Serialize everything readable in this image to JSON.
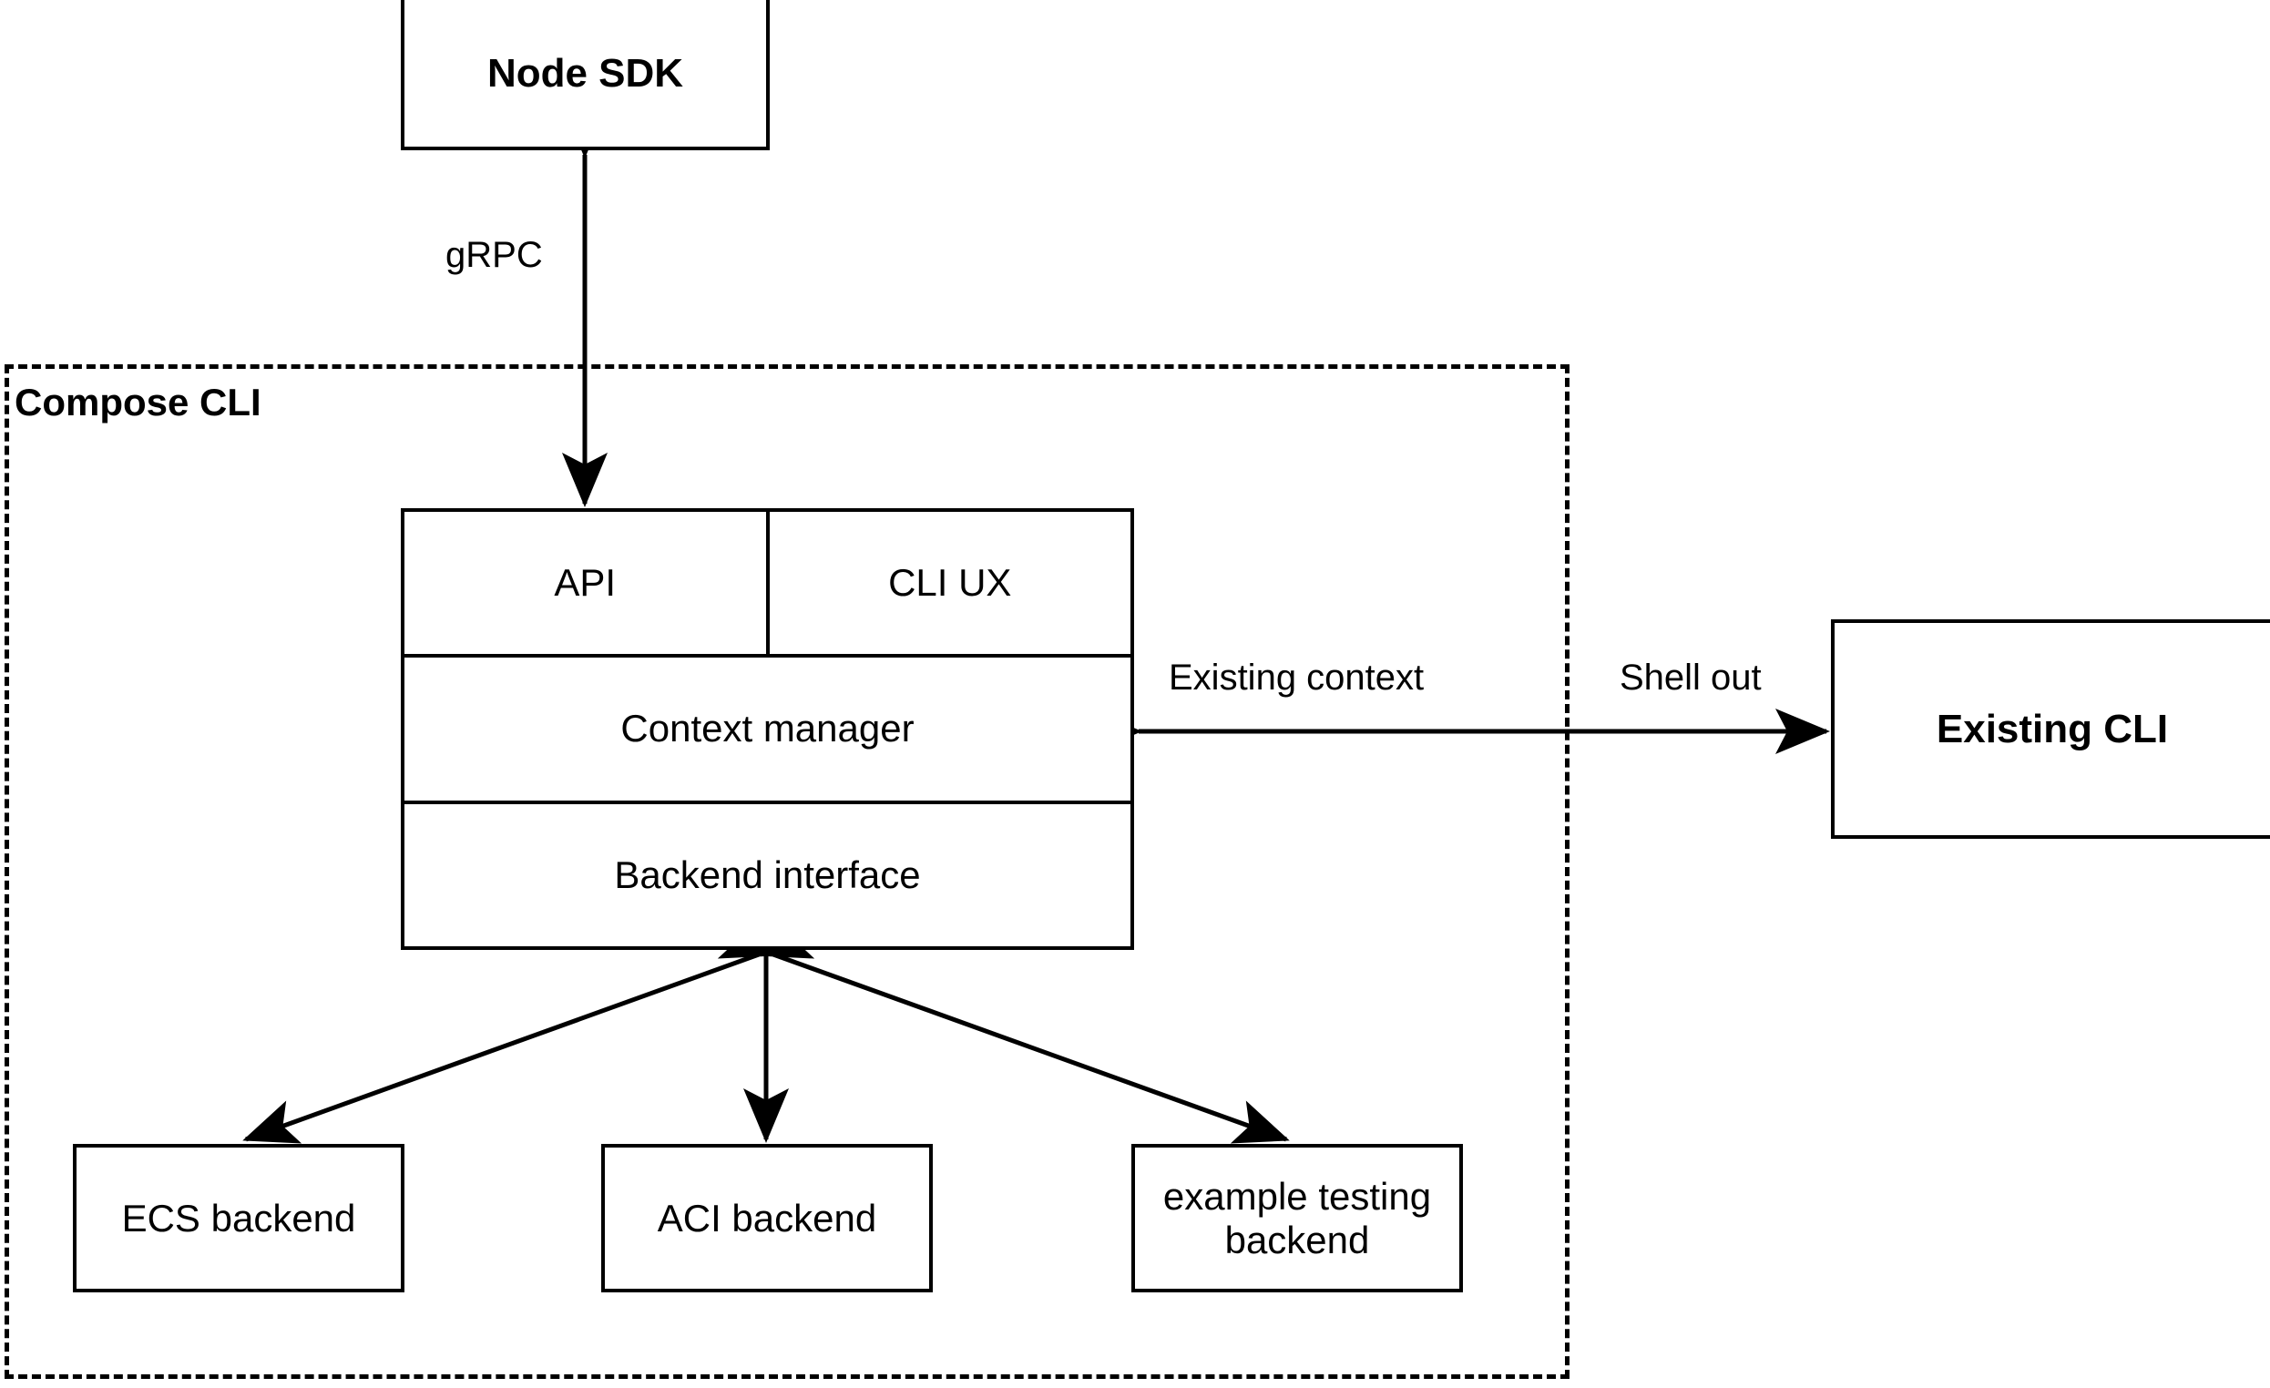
{
  "diagram": {
    "type": "architecture-block-diagram",
    "groups": [
      {
        "id": "compose-cli",
        "label": "Compose CLI",
        "border": "dashed",
        "color": "#000000"
      }
    ],
    "nodes": [
      {
        "id": "node-sdk",
        "label": "Node SDK",
        "bold": true
      },
      {
        "id": "api",
        "label": "API",
        "bold": false
      },
      {
        "id": "cli-ux",
        "label": "CLI UX",
        "bold": false
      },
      {
        "id": "context-manager",
        "label": "Context manager",
        "bold": false
      },
      {
        "id": "backend-interface",
        "label": "Backend interface",
        "bold": false
      },
      {
        "id": "existing-cli",
        "label": "Existing CLI",
        "bold": true
      },
      {
        "id": "ecs-backend",
        "label": "ECS backend",
        "bold": false
      },
      {
        "id": "aci-backend",
        "label": "ACI backend",
        "bold": false
      },
      {
        "id": "example-testing-backend",
        "label": "example testing backend",
        "bold": false
      }
    ],
    "edges": [
      {
        "id": "grpc",
        "from": "node-sdk",
        "to": "api",
        "label": "gRPC",
        "arrows": "both",
        "style": "solid"
      },
      {
        "id": "existing-context",
        "from": "context-manager",
        "to": "existing-cli",
        "label": "Existing context",
        "arrows": "both",
        "style": "solid"
      },
      {
        "id": "shell-out",
        "from": "context-manager",
        "to": "existing-cli",
        "label": "Shell out",
        "arrows": "both",
        "style": "solid"
      },
      {
        "id": "backend-ecs",
        "from": "backend-interface",
        "to": "ecs-backend",
        "label": "",
        "arrows": "both",
        "style": "solid"
      },
      {
        "id": "backend-aci",
        "from": "backend-interface",
        "to": "aci-backend",
        "label": "",
        "arrows": "both",
        "style": "solid"
      },
      {
        "id": "backend-example",
        "from": "backend-interface",
        "to": "example-testing-backend",
        "label": "",
        "arrows": "both",
        "style": "solid"
      }
    ],
    "labels": {
      "grpc": "gRPC",
      "existing_context": "Existing context",
      "shell_out": "Shell out"
    },
    "colors": {
      "stroke": "#000000",
      "fill": "#ffffff",
      "text": "#000000"
    }
  }
}
